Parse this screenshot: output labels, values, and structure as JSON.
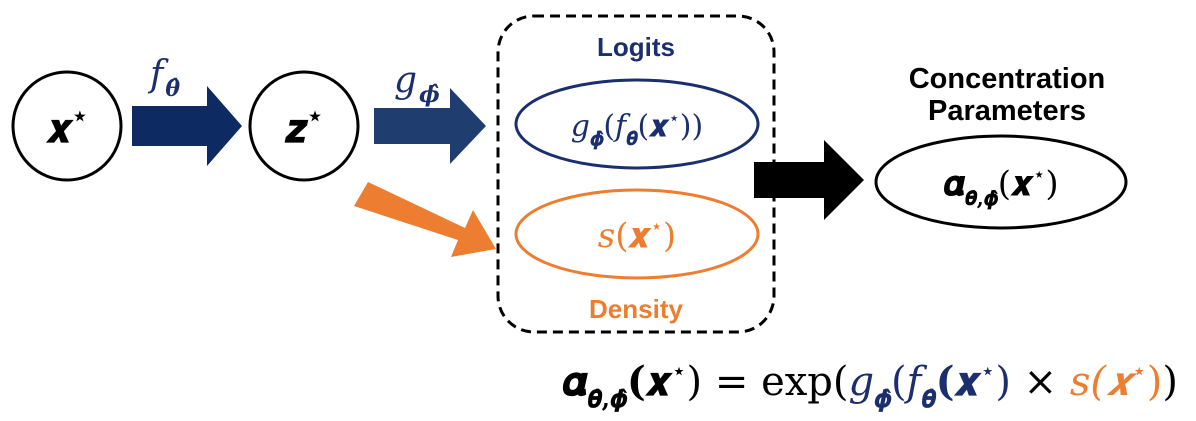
{
  "nodes": {
    "x_star": {
      "symbol": "𝒙",
      "sup": "⋆"
    },
    "z_star": {
      "symbol": "𝒛",
      "sup": "⋆"
    },
    "logits_ellipse": {
      "g": "𝑔",
      "phi_hat": "𝝓̂",
      "open": "(",
      "f": "𝑓",
      "theta_hat": "𝜽̂",
      "open2": "(",
      "x": "𝒙",
      "sup": "⋆",
      "close": "))"
    },
    "density_ellipse": {
      "s": "𝑠",
      "open": "(",
      "x": "𝒙",
      "sup": "⋆",
      "close": ")"
    },
    "alpha_ellipse": {
      "alpha": "𝜶",
      "sub": "𝜽̂,𝝓̂",
      "open": "(",
      "x": "𝒙",
      "sup": "⋆",
      "close": ")"
    }
  },
  "labels": {
    "logits": "Logits",
    "density": "Density",
    "concentration_line1": "Concentration",
    "concentration_line2": "Parameters"
  },
  "arrows": {
    "f_label": {
      "f": "𝑓",
      "sub": "𝜽̂"
    },
    "g_label": {
      "g": "𝑔",
      "sub": "𝝓̂"
    }
  },
  "equation": {
    "alpha": "𝜶",
    "alpha_sub": "𝜽̂,𝝓̂",
    "lhs_arg": "(𝒙",
    "lhs_sup": "⋆",
    "lhs_close": ")",
    "equals": " = exp(",
    "g": "𝑔",
    "g_sub": "𝝓̂",
    "g_open": "(",
    "f": "𝑓",
    "f_sub": "𝜽̂",
    "f_arg": "(𝒙",
    "f_sup": "⋆",
    "f_close": ")",
    "times": " × ",
    "s": "𝑠(𝒙",
    "s_sup": "⋆",
    "s_close": ")",
    "final_close": ")"
  },
  "colors": {
    "navy": "#1b2f6e",
    "navy_arrow": "#0e2a63",
    "g_arrow": "#1f3d6f",
    "orange": "#ed7d31",
    "black": "#000000"
  }
}
